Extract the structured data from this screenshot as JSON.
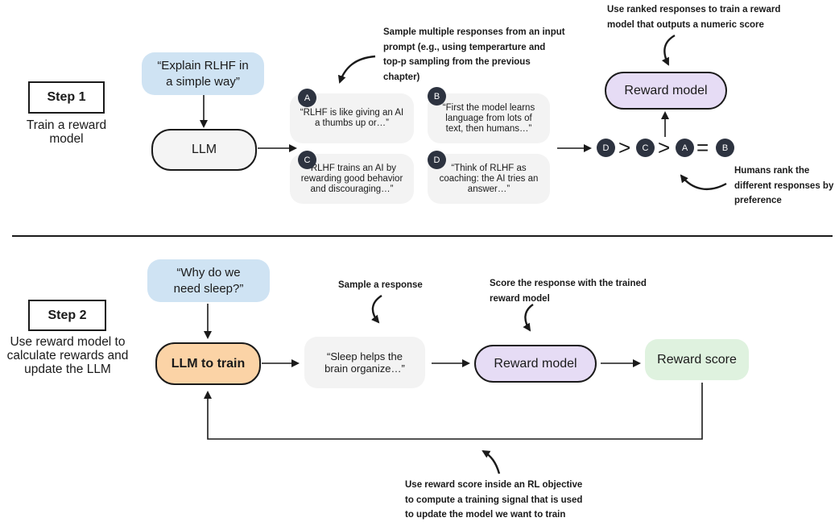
{
  "step1": {
    "label": "Step 1",
    "description": "Train a reward model",
    "prompt": "“Explain RLHF in a simple way”",
    "llm": "LLM",
    "responses": [
      {
        "badge": "A",
        "text": "“RLHF is like giving an AI a thumbs up or…”"
      },
      {
        "badge": "B",
        "text": "“First the model learns language from lots of text, then humans…”"
      },
      {
        "badge": "C",
        "text": "“RLHF trains an AI by rewarding good behavior and discouraging…”"
      },
      {
        "badge": "D",
        "text": "“Think of RLHF as coaching: the AI tries an answer…”"
      }
    ],
    "sample_note": "Sample multiple responses from an input prompt (e.g., using temperarture and top-p sampling from the previous chapter)",
    "reward_model": "Reward model",
    "reward_note": "Use ranked responses to train a reward model that outputs a numeric score",
    "ranking": {
      "items": [
        "D",
        "C",
        "A",
        "B"
      ],
      "operators": [
        ">",
        ">",
        "="
      ]
    },
    "rank_note": "Humans rank the different responses by preference"
  },
  "step2": {
    "label": "Step 2",
    "description": "Use reward model to calculate rewards and update the LLM",
    "prompt": "“Why do we need sleep?”",
    "llm": "LLM to train",
    "response": "“Sleep helps the brain organize…”",
    "sample_note": "Sample a response",
    "reward_model": "Reward model",
    "score_note": "Score the response with the trained reward model",
    "reward_score": "Reward score",
    "update_note": "Use reward score inside an RL objective to compute a training signal that is used to update the model we want to train"
  },
  "colors": {
    "prompt_bg": "#cfe3f3",
    "response_bg": "#f3f3f3",
    "reward_model_bg": "#e6dcf5",
    "llm_train_bg": "#fbd3a6",
    "reward_score_bg": "#dff2df",
    "llm_bg": "#f4f4f4",
    "badge_bg": "#2d3340"
  }
}
